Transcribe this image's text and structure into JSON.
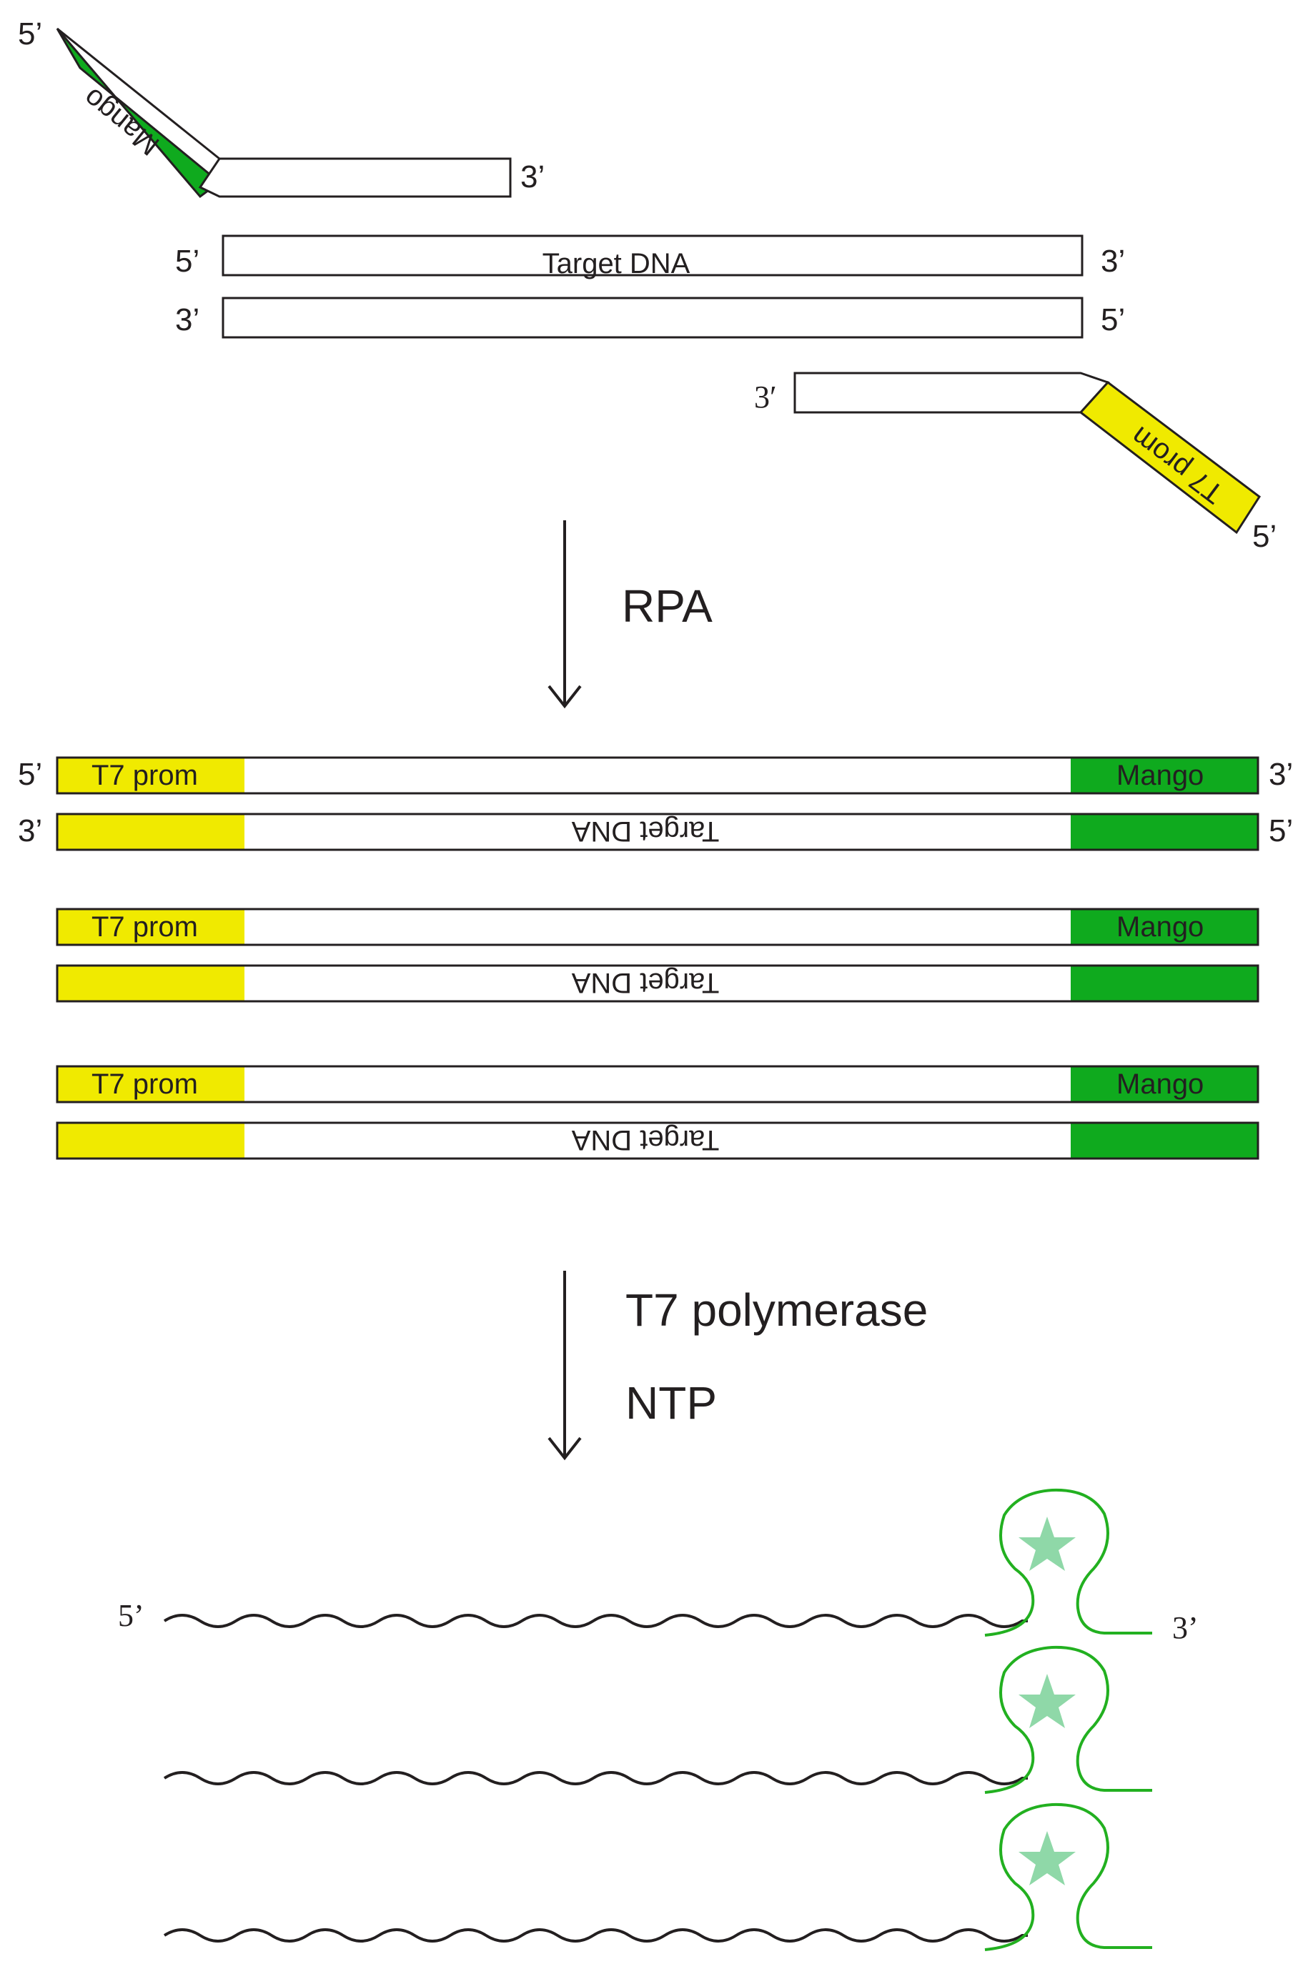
{
  "colors": {
    "outline": "#231f20",
    "t7_yellow": "#f0ea00",
    "mango_green": "#0faa1e",
    "rna_green": "#22b020",
    "star": "#8fd8a8"
  },
  "primers": {
    "forward": {
      "label": "Mango",
      "end5": "5’",
      "end3": "3’"
    },
    "reverse": {
      "label": "T7 prom",
      "end5": "5’",
      "end3": "3′"
    }
  },
  "target": {
    "label": "Target DNA",
    "top_left": "5’",
    "top_right": "3’",
    "bottom_left": "3’",
    "bottom_right": "5’"
  },
  "step1": {
    "label": "RPA"
  },
  "step2": {
    "line1": "T7 polymerase",
    "line2": "NTP"
  },
  "amplicons": {
    "t7_label": "T7 prom",
    "mango_label": "Mango",
    "target_label": "Target DNA",
    "end5": "5’",
    "end3": "3’"
  },
  "rna": {
    "end5": "5’",
    "end3": "3’"
  },
  "icons": {
    "fluorophore": "star-icon",
    "arrow": "arrow-down-icon"
  }
}
